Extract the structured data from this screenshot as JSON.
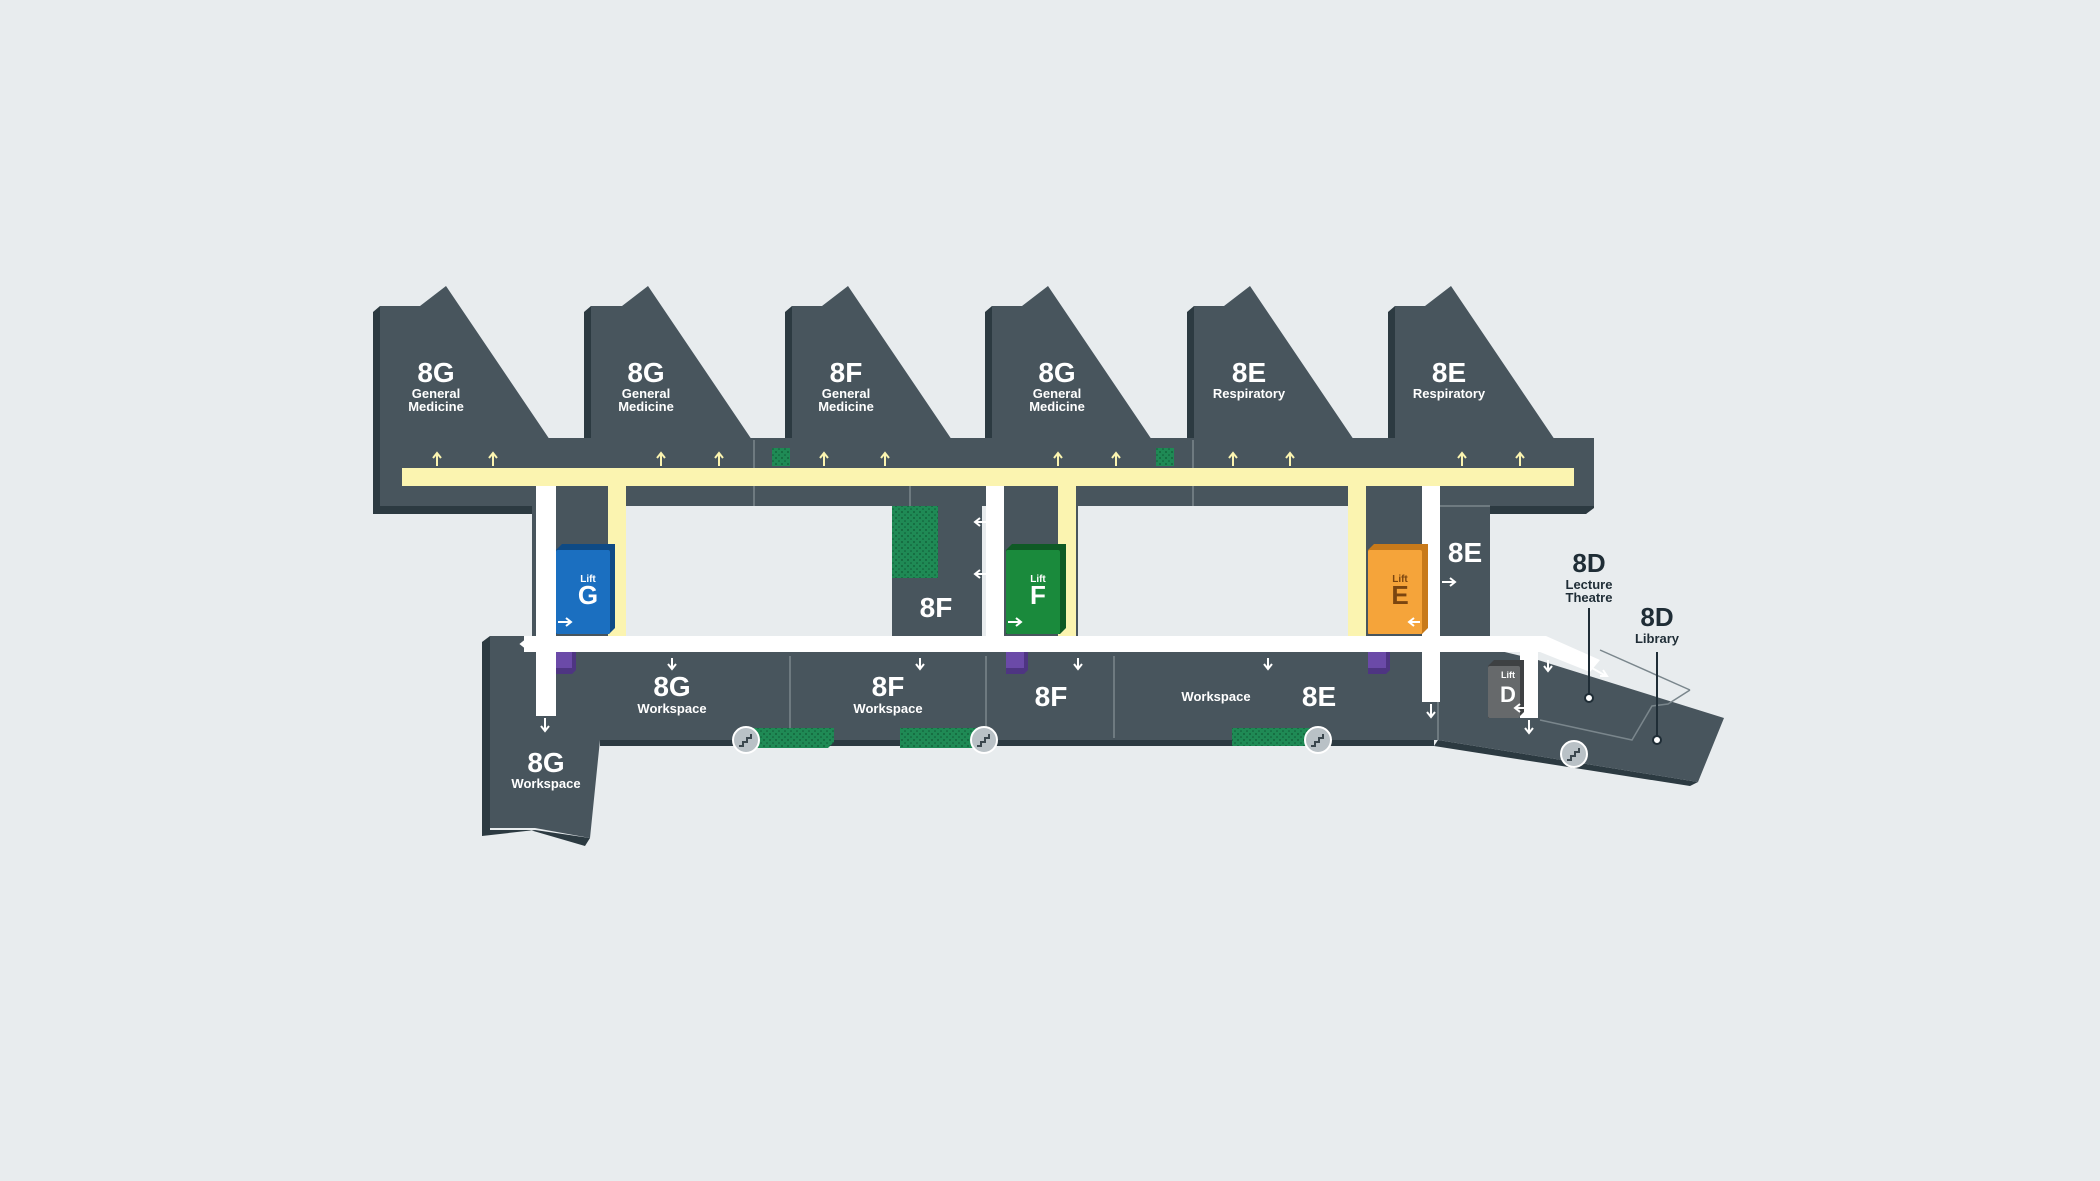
{
  "map": {
    "wards": [
      {
        "code": "8G",
        "name": "General",
        "name2": "Medicine"
      },
      {
        "code": "8G",
        "name": "General",
        "name2": "Medicine"
      },
      {
        "code": "8F",
        "name": "General",
        "name2": "Medicine"
      },
      {
        "code": "8G",
        "name": "General",
        "name2": "Medicine"
      },
      {
        "code": "8E",
        "name": "Respiratory",
        "name2": ""
      },
      {
        "code": "8E",
        "name": "Respiratory",
        "name2": ""
      }
    ],
    "workspaces": [
      {
        "code": "8G",
        "name": "Workspace"
      },
      {
        "code": "8G",
        "name": "Workspace"
      },
      {
        "code": "8F",
        "name": "Workspace"
      },
      {
        "code": "8F",
        "name": ""
      },
      {
        "code": "8E",
        "name": "Workspace"
      }
    ],
    "rooms": [
      {
        "code": "8F"
      },
      {
        "code": "8E"
      }
    ],
    "lifts": [
      {
        "small": "Lift",
        "letter": "G",
        "color": "#1b6fc0"
      },
      {
        "small": "Lift",
        "letter": "F",
        "color": "#1a8a3c"
      },
      {
        "small": "Lift",
        "letter": "E",
        "color": "#f5a43a"
      },
      {
        "small": "Lift",
        "letter": "D",
        "color": "#66696b"
      }
    ],
    "pins": [
      {
        "code": "8D",
        "name": "Lecture",
        "name2": "Theatre"
      },
      {
        "code": "8D",
        "name": "Library",
        "name2": ""
      }
    ],
    "icons": {
      "stairs": "stairs-icon",
      "arrow": "direction-arrow-icon",
      "toilet": "purple-cube-icon"
    },
    "colors": {
      "background": "#e8ecee",
      "building": "#48555d",
      "main_corridor": "#fbf4b0",
      "secondary_corridor": "#ffffff",
      "greenery": "#1f8a55"
    }
  }
}
